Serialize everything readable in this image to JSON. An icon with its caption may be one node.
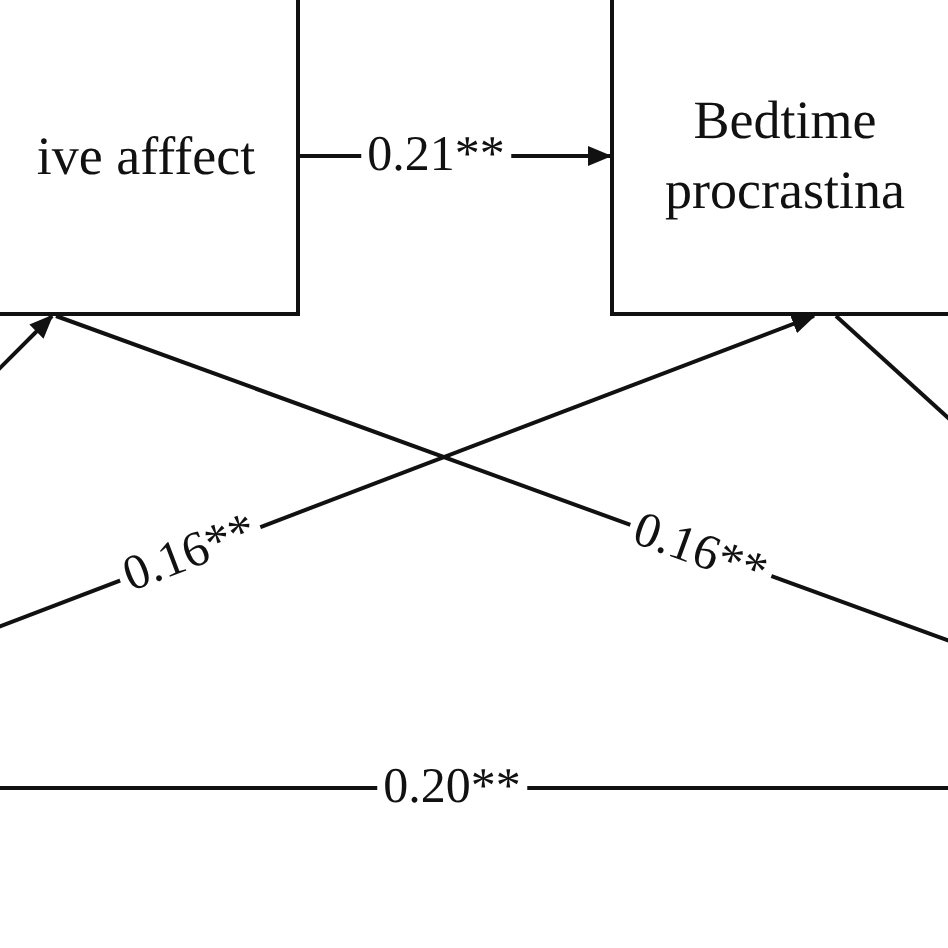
{
  "diagram": {
    "nodes": [
      {
        "text": [
          "ive afffect"
        ]
      },
      {
        "text": [
          "Bedtime procrastina"
        ]
      }
    ],
    "edges": [
      {
        "from": 0,
        "to": 1,
        "arrow": "to",
        "label": "0.21**"
      },
      {
        "from": null,
        "to": 0,
        "arrow": "to"
      },
      {
        "from": null,
        "to": 1,
        "arrow": "to",
        "label": "0.16**"
      },
      {
        "from": 0,
        "to": null,
        "arrow": "none",
        "label": "0.16**"
      },
      {
        "from": 1,
        "to": null,
        "arrow": "none"
      }
    ],
    "labels": [
      "0.20**"
    ]
  }
}
